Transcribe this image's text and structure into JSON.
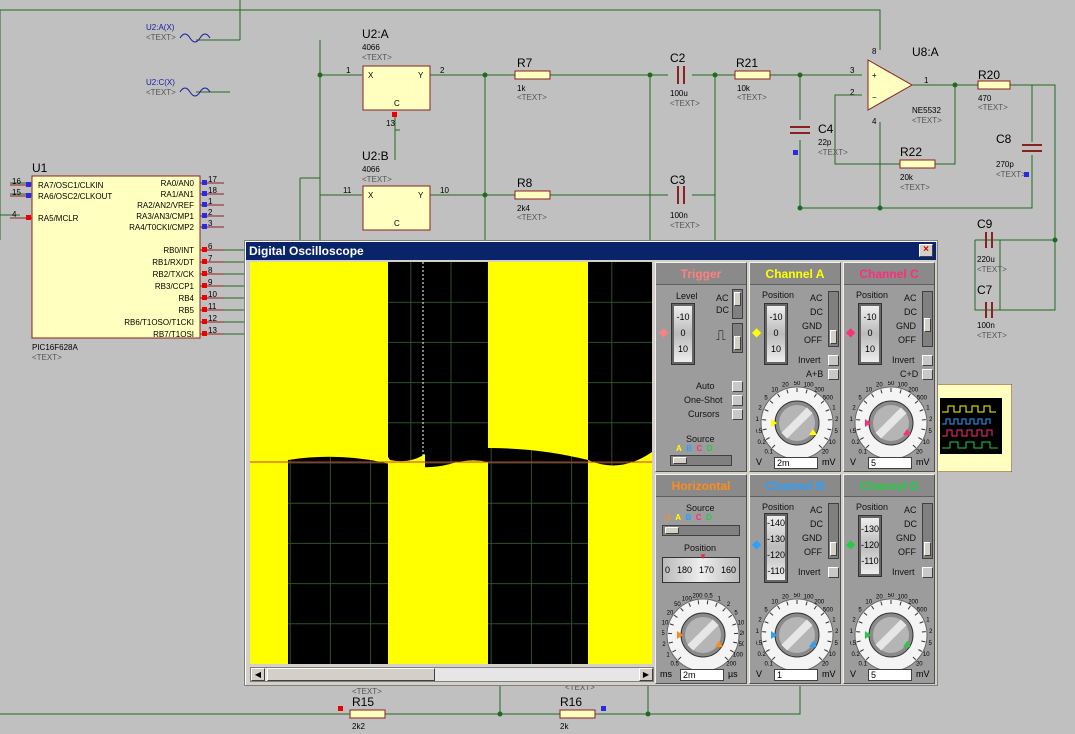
{
  "schematic": {
    "gen_a": "U2:A(X)",
    "gen_c": "U2:C(X)",
    "text_placeholder": "<TEXT>",
    "u2a_ref": "U2:A",
    "u2a_part": "4066",
    "u2b_ref": "U2:B",
    "u2b_part": "4066",
    "pin_x": "X",
    "pin_y": "Y",
    "pin_c": "C",
    "pin_1": "1",
    "pin_2": "2",
    "pin_13": "13",
    "pin_11": "11",
    "pin_10": "10",
    "pin_8": "8",
    "pin_4": "4",
    "pin_3": "3",
    "r7": {
      "ref": "R7",
      "value": "1k"
    },
    "r8": {
      "ref": "R8",
      "value": "2k4"
    },
    "c2": {
      "ref": "C2",
      "value": "100u"
    },
    "c3": {
      "ref": "C3",
      "value": "100n"
    },
    "r21": {
      "ref": "R21",
      "value": "10k"
    },
    "c4": {
      "ref": "C4",
      "value": "22p"
    },
    "r22": {
      "ref": "R22",
      "value": "20k"
    },
    "u8": {
      "ref": "U8:A",
      "part": "NE5532"
    },
    "r20": {
      "ref": "R20",
      "value": "470"
    },
    "c8": {
      "ref": "C8",
      "value": "270p"
    },
    "c9": {
      "ref": "C9",
      "value": "220u"
    },
    "c7": {
      "ref": "C7",
      "value": "100n"
    },
    "r15": {
      "ref": "R15",
      "value": "2k2"
    },
    "r16": {
      "ref": "R16",
      "value": "2k"
    },
    "u1": {
      "ref": "U1",
      "part": "PIC16F628A",
      "left_pins": [
        {
          "num": "16",
          "name": "RA7/OSC1/CLKIN"
        },
        {
          "num": "15",
          "name": "RA6/OSC2/CLKOUT"
        },
        {
          "num": "4",
          "name": "RA5/MCLR"
        }
      ],
      "right_pins": [
        {
          "num": "17",
          "name": "RA0/AN0"
        },
        {
          "num": "18",
          "name": "RA1/AN1"
        },
        {
          "num": "1",
          "name": "RA2/AN2/VREF"
        },
        {
          "num": "2",
          "name": "RA3/AN3/CMP1"
        },
        {
          "num": "3",
          "name": "RA4/T0CKI/CMP2"
        },
        {
          "num": "6",
          "name": "RB0/INT"
        },
        {
          "num": "7",
          "name": "RB1/RX/DT"
        },
        {
          "num": "8",
          "name": "RB2/TX/CK"
        },
        {
          "num": "9",
          "name": "RB3/CCP1"
        },
        {
          "num": "10",
          "name": "RB4"
        },
        {
          "num": "11",
          "name": "RB5"
        },
        {
          "num": "12",
          "name": "RB6/T1OSO/T1CKI"
        },
        {
          "num": "13",
          "name": "RB7/T1OSI"
        }
      ]
    }
  },
  "oscilloscope": {
    "title": "Digital Oscilloscope",
    "close_glyph": "×",
    "trigger": {
      "title": "Trigger",
      "level_label": "Level",
      "spin": [
        "-10",
        "0",
        "10"
      ],
      "ac": "AC",
      "dc": "DC",
      "auto": "Auto",
      "one_shot": "One-Shot",
      "cursors": "Cursors",
      "source_label": "Source",
      "source_letters": [
        "A",
        "B",
        "C",
        "D"
      ],
      "title_color": "#ff8080"
    },
    "channel_a": {
      "title": "Channel A",
      "position_label": "Position",
      "spin": [
        "-10",
        "0",
        "10"
      ],
      "modes": [
        "AC",
        "DC",
        "GND",
        "OFF"
      ],
      "invert": "Invert",
      "combine": "A+B",
      "value": "2m",
      "unit_left": "V",
      "unit_right": "mV",
      "color": "#ffff00"
    },
    "channel_c": {
      "title": "Channel C",
      "position_label": "Position",
      "spin": [
        "-10",
        "0",
        "10"
      ],
      "modes": [
        "AC",
        "DC",
        "GND",
        "OFF"
      ],
      "invert": "Invert",
      "combine": "C+D",
      "value": "5",
      "unit_left": "V",
      "unit_right": "mV",
      "color": "#ff2d7a"
    },
    "horizontal": {
      "title": "Horizontal",
      "source_label": "Source",
      "source_letters": [
        "-1",
        "A",
        "B",
        "C",
        "D"
      ],
      "position_label": "Position",
      "dial": [
        "0",
        "180",
        "170",
        "160"
      ],
      "value": "2m",
      "unit_left": "ms",
      "unit_right": "µs",
      "color": "#ff8c1a"
    },
    "channel_b": {
      "title": "Channel B",
      "position_label": "Position",
      "spin": [
        "-140",
        "-130",
        "-120",
        "-110"
      ],
      "modes": [
        "AC",
        "DC",
        "GND",
        "OFF"
      ],
      "invert": "Invert",
      "value": "1",
      "unit_left": "V",
      "unit_right": "mV",
      "color": "#2aa0ff"
    },
    "channel_d": {
      "title": "Channel D",
      "position_label": "Position",
      "spin": [
        "-130",
        "-120",
        "-110"
      ],
      "modes": [
        "AC",
        "DC",
        "GND",
        "OFF"
      ],
      "invert": "Invert",
      "value": "5",
      "unit_left": "V",
      "unit_right": "mV",
      "color": "#22cc44"
    },
    "knob_ticks_volts": [
      "0.1",
      "0.2",
      "0.5",
      "1",
      "2",
      "5",
      "10",
      "20",
      "50",
      "100",
      "200",
      "500",
      "1",
      "2",
      "5",
      "10",
      "20"
    ],
    "knob_ticks_time": [
      "0.5",
      "1",
      "2",
      "5",
      "10",
      "20",
      "50",
      "100",
      "200",
      "0.5",
      "1",
      "2",
      "5",
      "10",
      "20",
      "50",
      "100",
      "200"
    ]
  }
}
